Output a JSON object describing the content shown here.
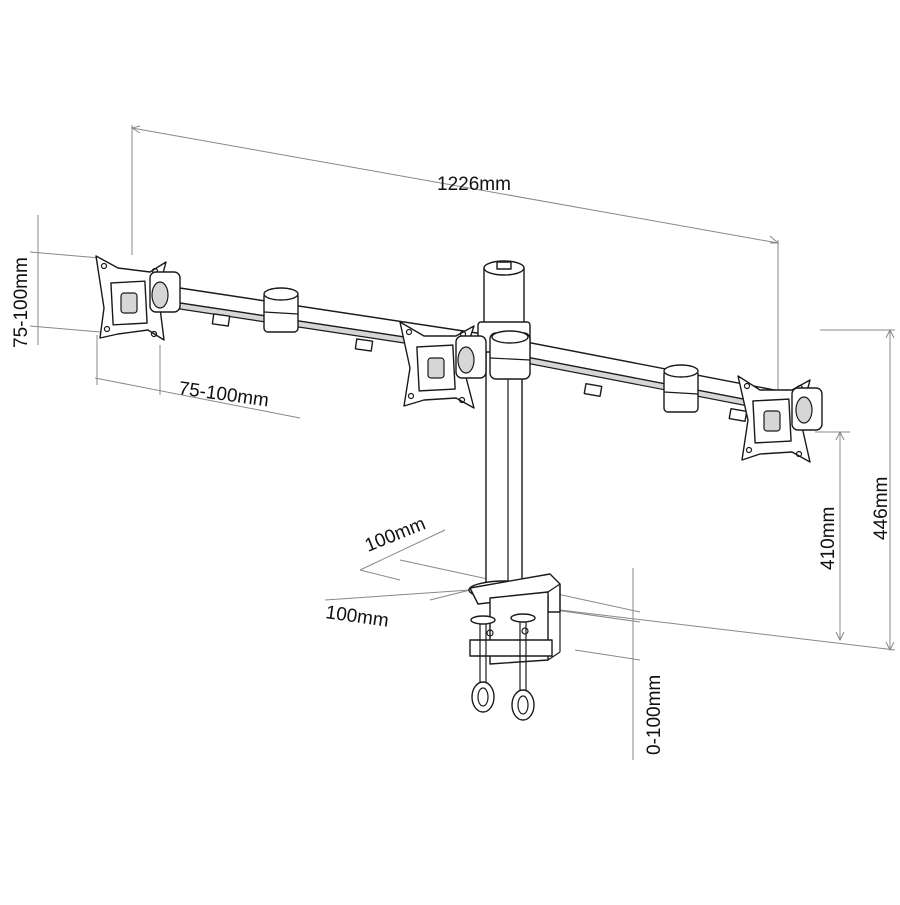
{
  "dimensions": {
    "overall_width": "1226mm",
    "vesa_vertical": "75-100mm",
    "vesa_horizontal": "75-100mm",
    "overall_height": "446mm",
    "arm_height": "410mm",
    "clamp_depth_top": "100mm",
    "clamp_depth_bottom": "100mm",
    "clamp_range": "0-100mm"
  }
}
